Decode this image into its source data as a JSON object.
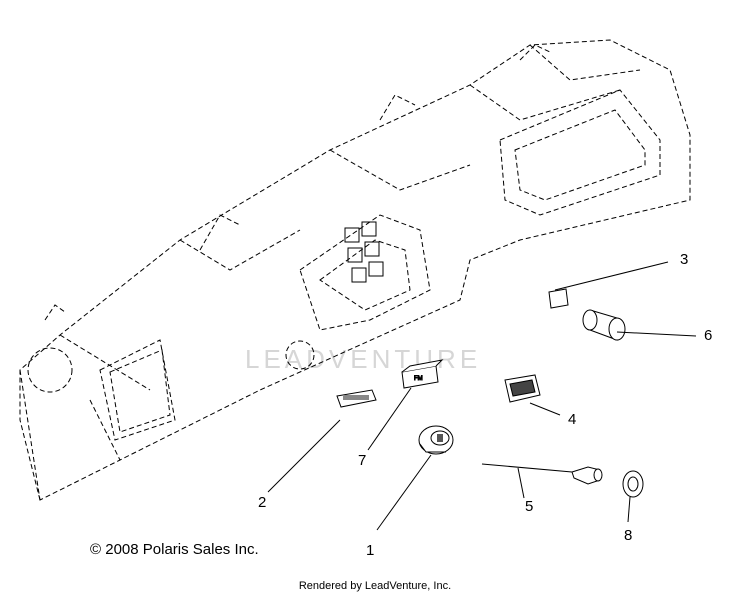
{
  "callouts": {
    "c1": "1",
    "c2": "2",
    "c3": "3",
    "c4": "4",
    "c5": "5",
    "c6": "6",
    "c7": "7",
    "c8": "8"
  },
  "watermark": "LEADVENTURE",
  "copyright": "2008 Polaris Sales Inc.",
  "copyright_symbol": "©",
  "footer": "Rendered by LeadVenture, Inc.",
  "colors": {
    "line": "#000000",
    "dash": "#9a9a9a",
    "watermark": "#d6d6d6"
  }
}
